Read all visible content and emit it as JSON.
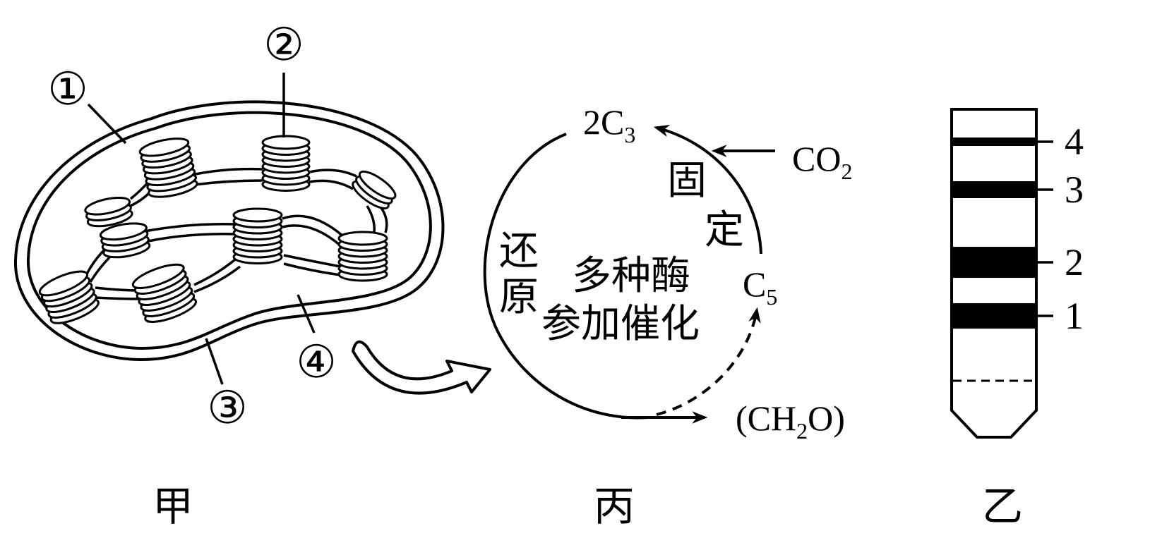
{
  "panels": {
    "jia": {
      "caption": "甲",
      "markers": [
        "①",
        "②",
        "③",
        "④"
      ]
    },
    "bing": {
      "caption": "丙",
      "c3_main": "2C",
      "c3_sub": "3",
      "co2_main": "CO",
      "co2_sub": "2",
      "c5_main": "C",
      "c5_sub": "5",
      "ch2o_pre": "(CH",
      "ch2o_sub": "2",
      "ch2o_post": "O)",
      "fix_1": "固",
      "fix_2": "定",
      "reduce_1": "还",
      "reduce_2": "原",
      "enzyme_line_1": "多种酶",
      "enzyme_line_2": "参加催化"
    },
    "yi": {
      "caption": "乙",
      "band_labels": [
        "4",
        "3",
        "2",
        "1"
      ]
    }
  },
  "colors": {
    "ink": "#000000",
    "paper": "#ffffff"
  }
}
